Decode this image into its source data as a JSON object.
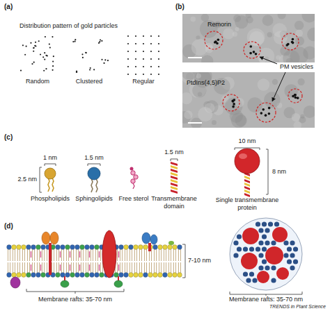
{
  "diagram": {
    "nodes": [
      {
        "text": [
          "Remorin"
        ]
      },
      {
        "text": [
          "PtdIns(4,5)P2"
        ]
      }
    ],
    "labels": [
      "(a)",
      "Distribution pattern of gold particles",
      "Random",
      "Clustered",
      "Regular",
      "(b)",
      "PM vesicles",
      "(c)",
      "1 nm",
      "1.5 nm",
      "2.5 nm",
      "Phospholipids",
      "Sphingolipids",
      "Free sterol",
      "1.5 nm",
      "Transmembrane domain",
      "10 nm",
      "8 nm",
      "Single transmembrane protein",
      "(d)",
      "7-10 nm",
      "Membrane rafts: 35-70 nm",
      "Membrane rafts: 35-70 nm",
      "TRENDS in Plant Science"
    ]
  }
}
